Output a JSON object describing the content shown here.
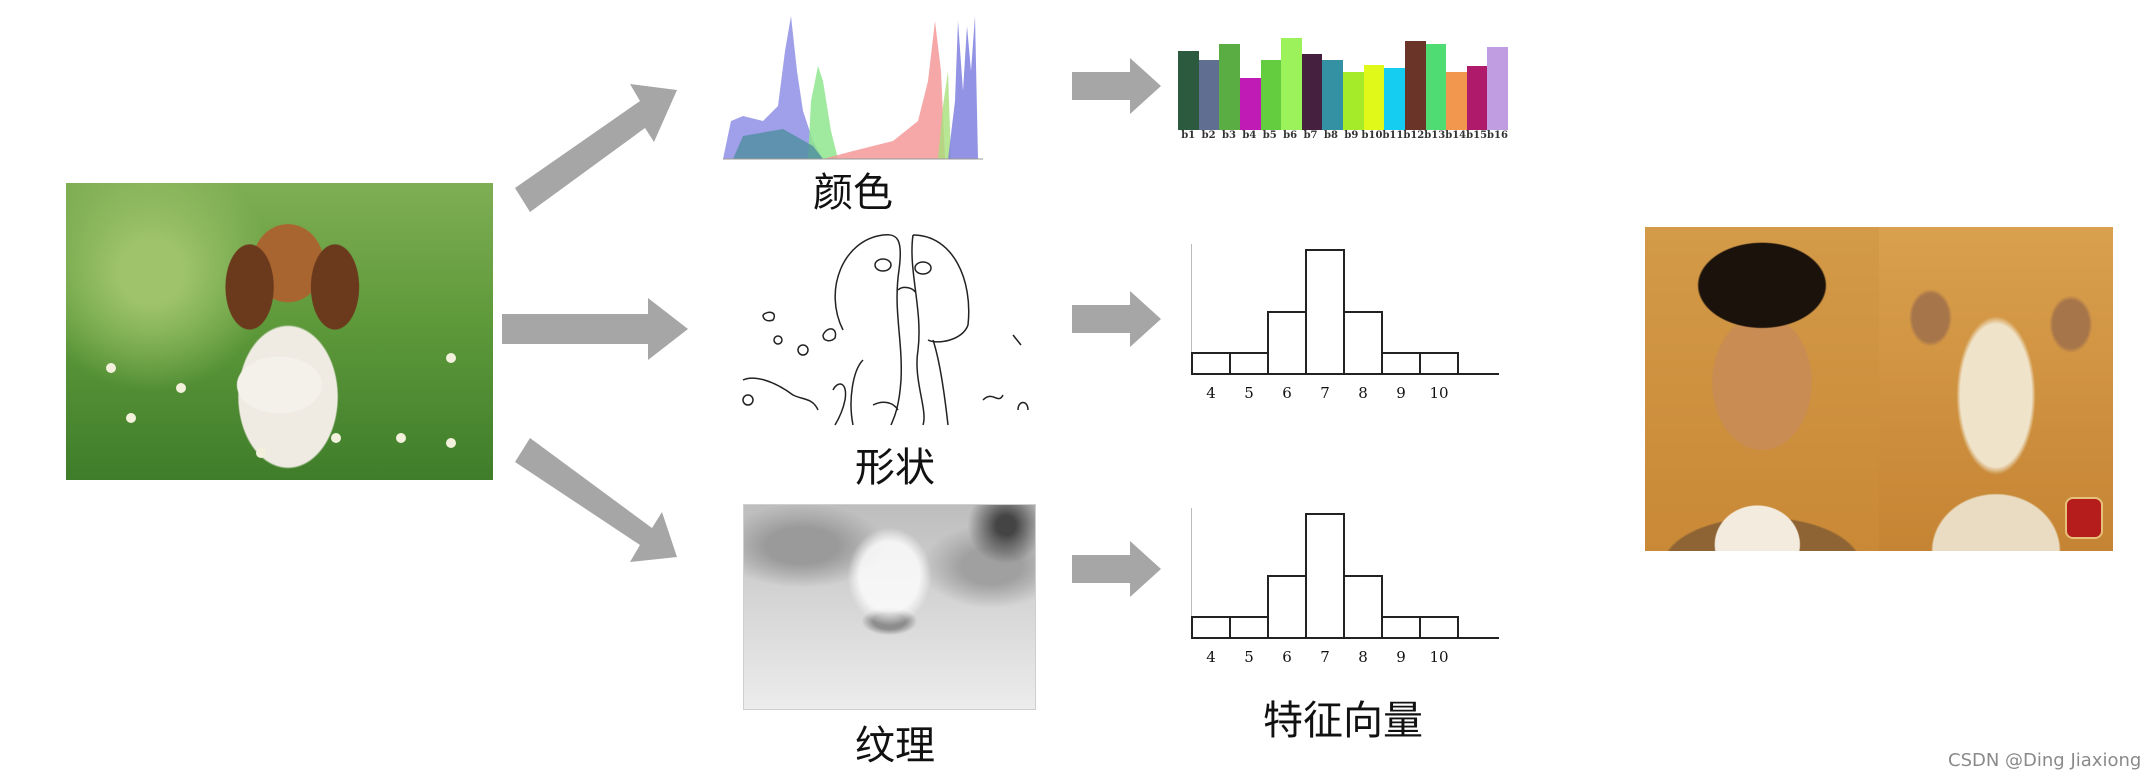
{
  "input_image": {
    "alt": "beagle puppy sitting in grass"
  },
  "features": [
    {
      "label": "颜色",
      "kind": "color-histogram"
    },
    {
      "label": "形状",
      "kind": "edge-map"
    },
    {
      "label": "纹理",
      "kind": "texture-map"
    }
  ],
  "output_label": "特征向量",
  "result_image": {
    "alt": "man and dog look-alike photo"
  },
  "watermark": "CSDN @Ding Jiaxiong",
  "arrow_color": "#a6a6a6",
  "chart_data": [
    {
      "type": "bar",
      "title": "color feature vector",
      "categories": [
        "b1",
        "b2",
        "b3",
        "b4",
        "b5",
        "b6",
        "b7",
        "b8",
        "b9",
        "b10",
        "b11",
        "b12",
        "b13",
        "b14",
        "b15",
        "b16"
      ],
      "values": [
        86,
        76,
        93,
        56,
        76,
        100,
        83,
        76,
        63,
        71,
        67,
        97,
        94,
        63,
        70,
        90
      ],
      "colors": [
        "#2b5a3e",
        "#5f6e91",
        "#5aad43",
        "#c01bb5",
        "#63cc3f",
        "#9bf25a",
        "#45203f",
        "#3490a3",
        "#a5eb2a",
        "#e1f919",
        "#15cdf0",
        "#6a3528",
        "#4fdd73",
        "#f2984e",
        "#b01a6a",
        "#c09de0"
      ],
      "xlabel": "",
      "ylabel": "",
      "grid": false
    },
    {
      "type": "bar",
      "title": "shape feature histogram",
      "categories": [
        "4",
        "5",
        "6",
        "7",
        "8",
        "9",
        "10"
      ],
      "values": [
        1,
        1,
        3,
        6,
        3,
        1,
        1
      ],
      "ylim": [
        0,
        6
      ],
      "grid": false
    },
    {
      "type": "bar",
      "title": "texture feature histogram",
      "categories": [
        "4",
        "5",
        "6",
        "7",
        "8",
        "9",
        "10"
      ],
      "values": [
        1,
        1,
        3,
        6,
        3,
        1,
        1
      ],
      "ylim": [
        0,
        6
      ],
      "grid": false
    }
  ]
}
